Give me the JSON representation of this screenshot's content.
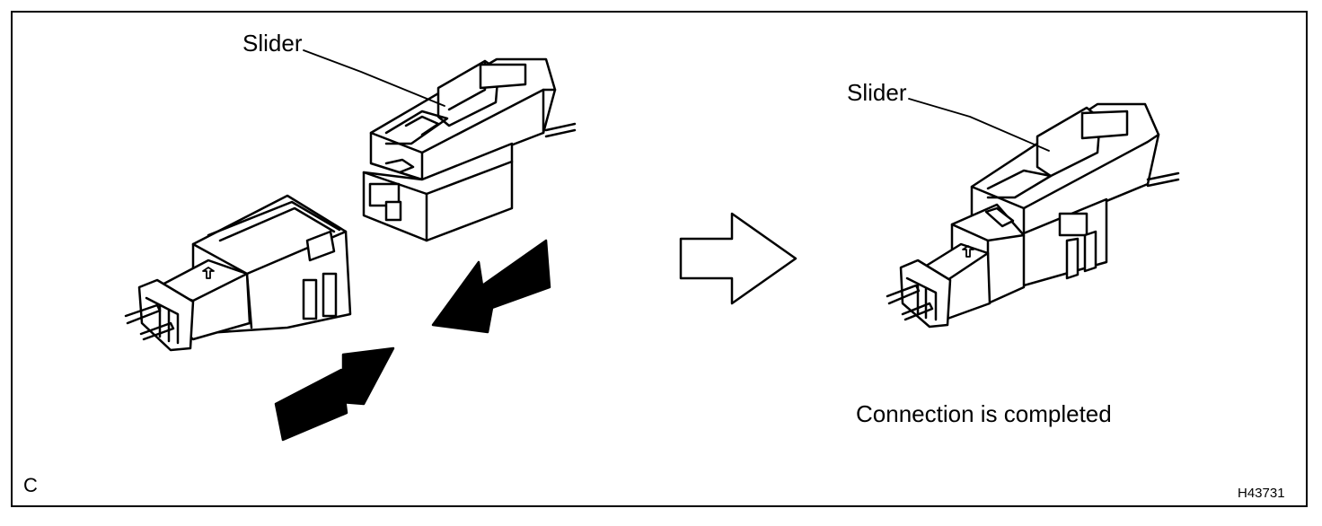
{
  "labels": {
    "slider_left": "Slider",
    "slider_right": "Slider",
    "caption": "Connection is completed",
    "corner_letter": "C",
    "figure_id": "H43731"
  }
}
